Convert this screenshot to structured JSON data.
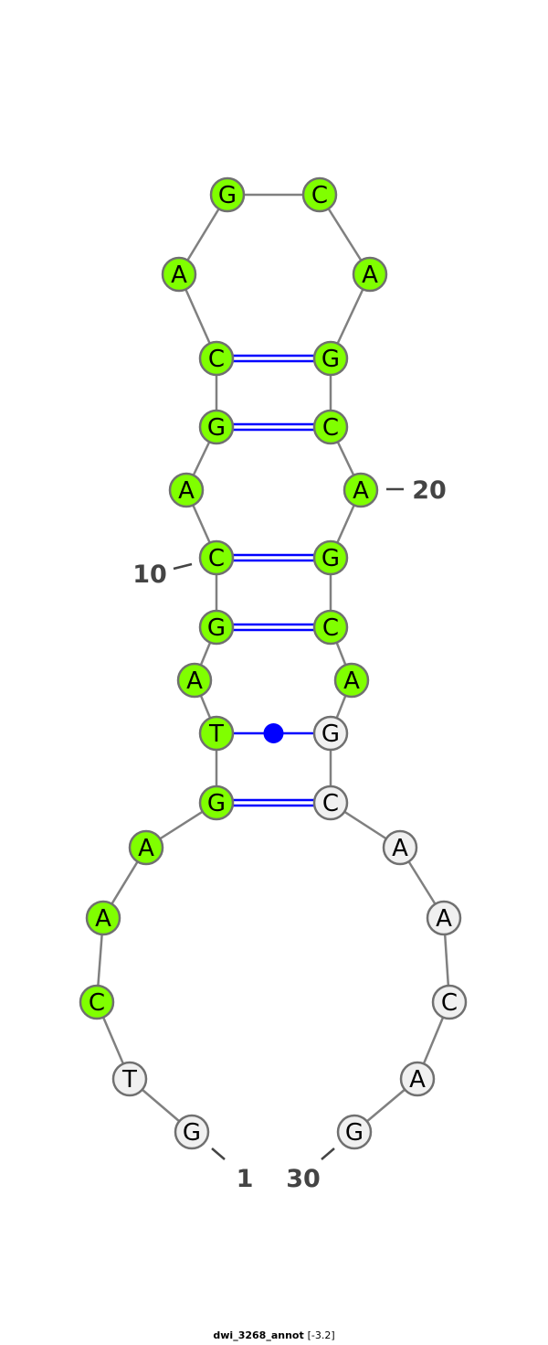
{
  "caption": {
    "name": "dwi_3268_annot",
    "energy": "[-3.2]"
  },
  "colors": {
    "highlight": "#80ff00",
    "plain": "#f0f0f0",
    "backbone": "#808080",
    "pair": "#0000ff",
    "outline": "#707070"
  },
  "sequence": [
    "G",
    "T",
    "C",
    "A",
    "A",
    "G",
    "T",
    "A",
    "G",
    "C",
    "A",
    "G",
    "C",
    "A",
    "G",
    "C",
    "A",
    "G",
    "C",
    "A",
    "G",
    "C",
    "A",
    "G",
    "C",
    "A",
    "A",
    "C",
    "A",
    "G"
  ],
  "highlighted": [
    3,
    4,
    5,
    6,
    7,
    8,
    9,
    10,
    11,
    12,
    13,
    14,
    15,
    16,
    17,
    18,
    19,
    20,
    21,
    22,
    23
  ],
  "pairs": [
    {
      "i": 6,
      "j": 25,
      "type": "canonical"
    },
    {
      "i": 7,
      "j": 24,
      "type": "wobble"
    },
    {
      "i": 9,
      "j": 22,
      "type": "canonical"
    },
    {
      "i": 10,
      "j": 21,
      "type": "canonical"
    },
    {
      "i": 12,
      "j": 19,
      "type": "canonical"
    },
    {
      "i": 13,
      "j": 18,
      "type": "canonical"
    }
  ],
  "position_labels": [
    {
      "index": 1,
      "text": "1"
    },
    {
      "index": 10,
      "text": "10"
    },
    {
      "index": 20,
      "text": "20"
    },
    {
      "index": 30,
      "text": "30"
    }
  ]
}
